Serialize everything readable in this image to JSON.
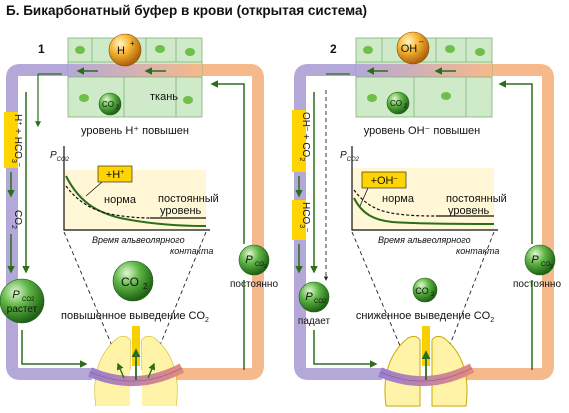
{
  "title": "Б. Бикарбонатный буфер в крови (открытая система)",
  "colors": {
    "vessel_purple": "#b4a8d8",
    "vessel_orange": "#f6b98c",
    "tissue_green": "#cfeac8",
    "cell_dot": "#6ec04a",
    "arrow_green": "#2a6e1a",
    "ion_highlight": "#ffd400",
    "lung_yellow": "#fff3a8",
    "norm_curve": "#111111",
    "shifted_curve": "#2a6e1a"
  },
  "icons": {
    "ion_ball": "orange-sphere",
    "co2_ball": "green-sphere",
    "lungs": "lungs-outline"
  },
  "panels": [
    {
      "number": "1",
      "ion": "H",
      "ion_sup": "+",
      "co2": "CO",
      "co2_sub": "2",
      "tissue_label": "ткань",
      "level_text": "уровень H⁺ повышен",
      "chem_h": "H",
      "chem_h_sup": "+",
      "chem_plus": "+",
      "chem_hco3": "HCO",
      "chem_hco3_sub": "3",
      "chem_hco3_sup": "–",
      "down_co2": "CO",
      "down_co2_sub": "2",
      "pco2_axis": "P",
      "pco2_axis_sub": "CO2",
      "curve_label": "+H",
      "curve_label_sup": "+",
      "norm_label": "норма",
      "steady_line1": "постоянный",
      "steady_line2": "уровень",
      "x_axis_line1": "Время альвеолярного",
      "x_axis_line2": "контакта",
      "left_ball_p": "P",
      "left_ball_sub": "CO2",
      "left_ball_text": "растет",
      "right_ball_p": "P",
      "right_ball_sub": "CO",
      "right_ball_sub2": "2",
      "right_label": "постоянно",
      "big_co2": "CO",
      "big_co2_sub": "2",
      "excretion_text": "повышенное выведение CO",
      "excretion_sub": "2"
    },
    {
      "number": "2",
      "ion": "OH",
      "ion_sup": "–",
      "co2": "CO",
      "co2_sub": "2",
      "level_text": "уровень OH⁻ повышен",
      "chem_oh": "OH",
      "chem_oh_sup": "–",
      "chem_plus": "+",
      "chem_co2": "CO",
      "chem_co2_sub": "2",
      "down_hco3": "HCO",
      "down_hco3_sub": "3",
      "down_hco3_sup": "–",
      "pco2_axis": "P",
      "pco2_axis_sub": "CO2",
      "curve_label": "+OH",
      "curve_label_sup": "–",
      "norm_label": "норма",
      "steady_line1": "постоянный",
      "steady_line2": "уровень",
      "x_axis_line1": "Время альвеолярного",
      "x_axis_line2": "контакта",
      "left_ball_p": "P",
      "left_ball_sub": "CO2",
      "left_ball_text": "падает",
      "right_ball_p": "P",
      "right_ball_sub": "CO",
      "right_ball_sub2": "2",
      "right_label": "постоянно",
      "big_co2": "CO",
      "big_co2_sub": "2",
      "excretion_text": "сниженное выведение CO",
      "excretion_sub": "2"
    }
  ]
}
